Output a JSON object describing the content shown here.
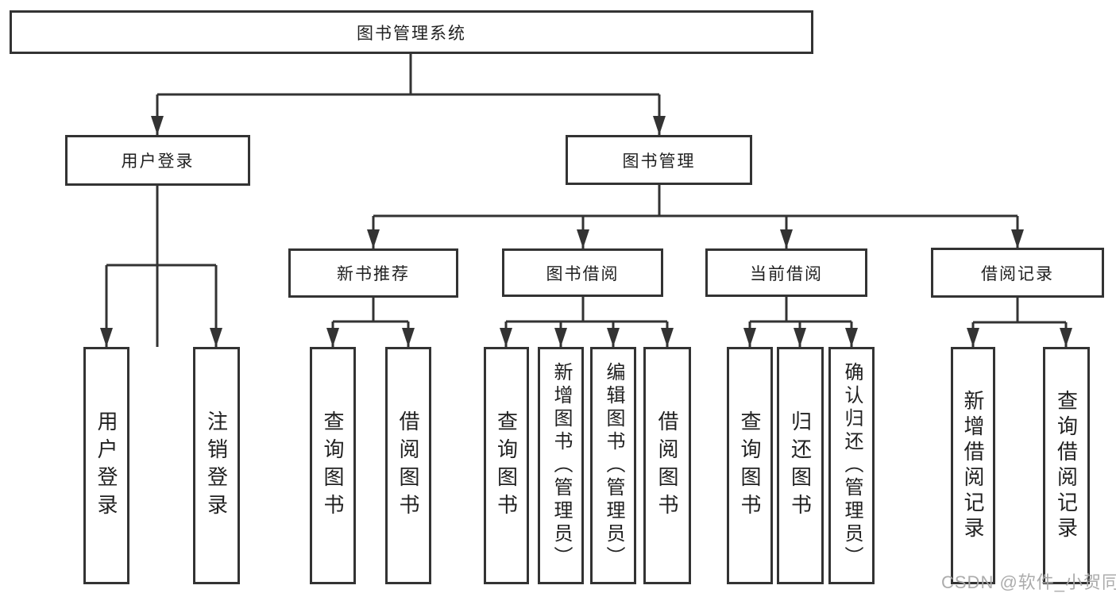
{
  "diagram_type": "functional-structure-tree",
  "colors": {
    "line": "#333333",
    "text": "#212121",
    "background": "#ffffff",
    "watermark": "#a8a8a8"
  },
  "tree": {
    "root": {
      "label": "图书管理系统",
      "children": [
        {
          "label": "用户登录",
          "children": [
            {
              "label": "用户登录"
            },
            {
              "label": "注销登录"
            }
          ]
        },
        {
          "label": "图书管理",
          "children": [
            {
              "label": "新书推荐",
              "children": [
                {
                  "label": "查询图书"
                },
                {
                  "label": "借阅图书"
                }
              ]
            },
            {
              "label": "图书借阅",
              "children": [
                {
                  "label": "查询图书"
                },
                {
                  "label": "新增图书（管理员）"
                },
                {
                  "label": "编辑图书（管理员）"
                },
                {
                  "label": "借阅图书"
                }
              ]
            },
            {
              "label": "当前借阅",
              "children": [
                {
                  "label": "查询图书"
                },
                {
                  "label": "归还图书"
                },
                {
                  "label": "确认归还（管理员）"
                }
              ]
            },
            {
              "label": "借阅记录",
              "children": [
                {
                  "label": "新增借阅记录"
                },
                {
                  "label": "查询借阅记录"
                }
              ]
            }
          ]
        }
      ]
    }
  },
  "watermark": {
    "text": "CSDN @软件_小贺同学"
  }
}
